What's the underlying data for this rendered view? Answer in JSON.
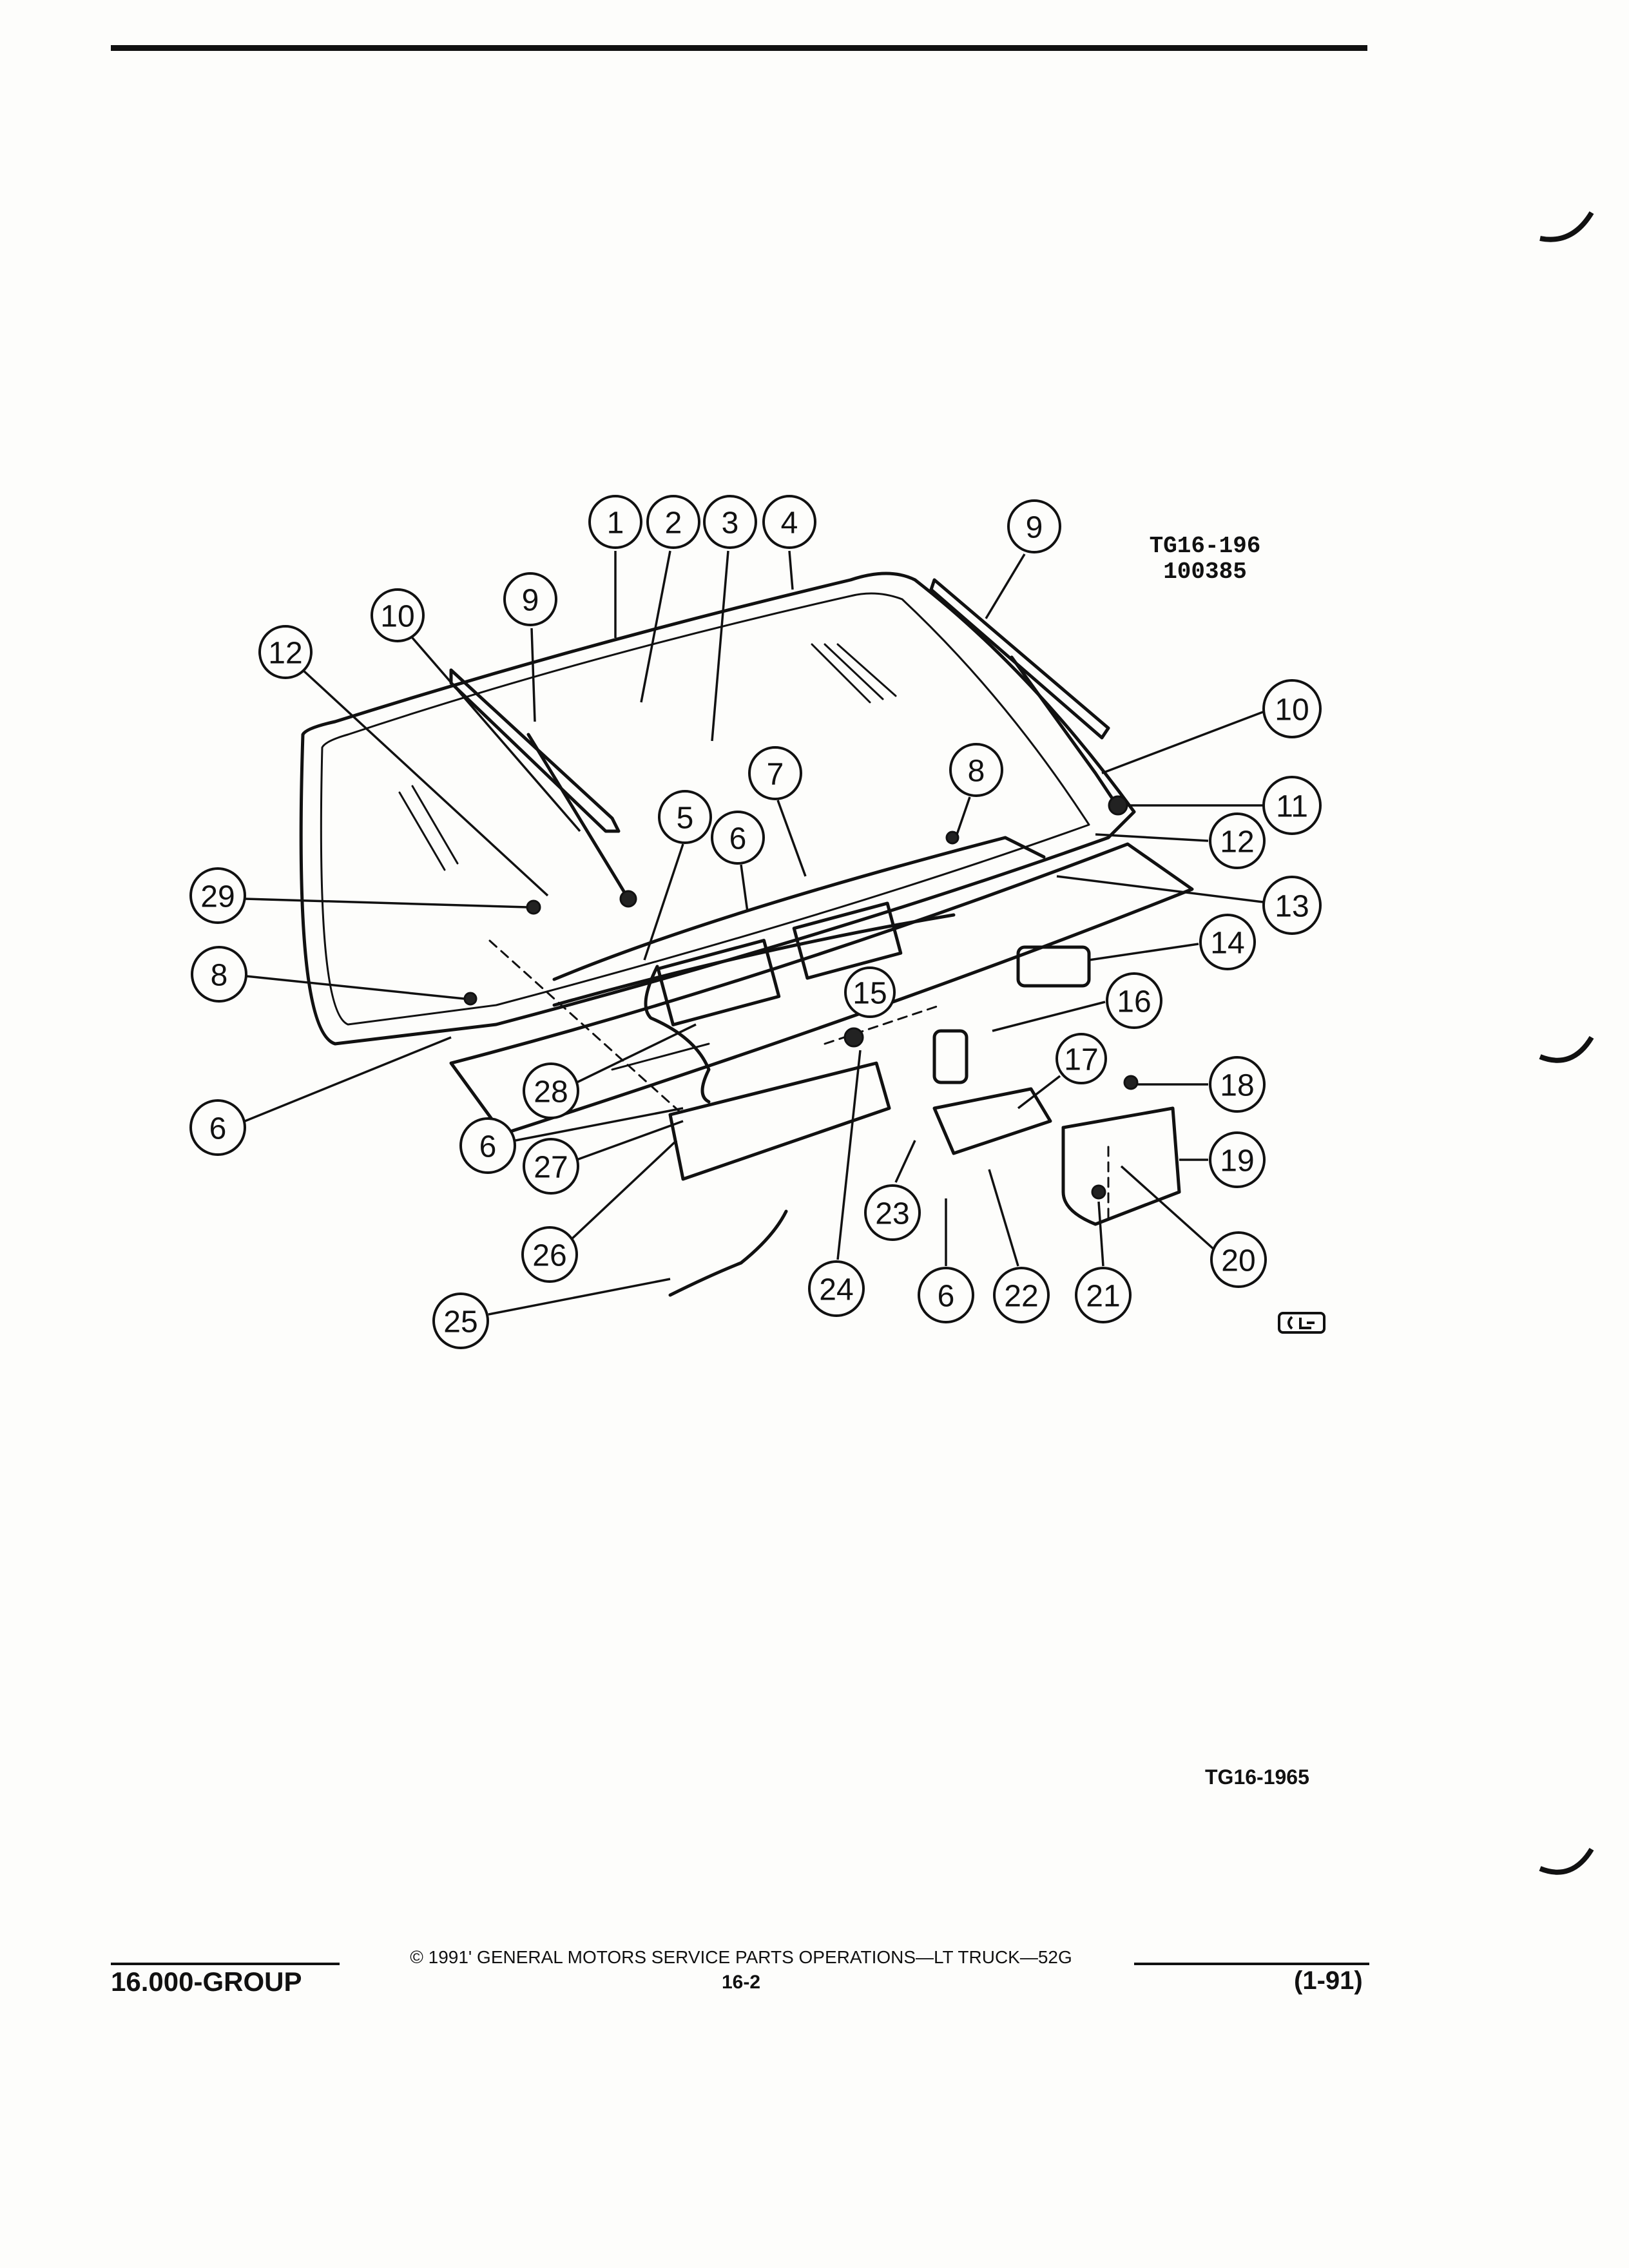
{
  "header": {
    "ref_code_line1": "TG16-196",
    "ref_code_line2": "100385"
  },
  "figure": {
    "code": "TG16-1965",
    "logo_icon": "gm-logo-icon"
  },
  "callouts": [
    "1",
    "2",
    "3",
    "4",
    "9",
    "10",
    "9",
    "12",
    "10",
    "11",
    "8",
    "7",
    "12",
    "5",
    "6",
    "13",
    "29",
    "14",
    "8",
    "15",
    "16",
    "6",
    "28",
    "17",
    "18",
    "6",
    "27",
    "19",
    "23",
    "20",
    "26",
    "24",
    "6",
    "22",
    "21",
    "25"
  ],
  "footer": {
    "copyright_line": "© 1991' GENERAL MOTORS SERVICE PARTS OPERATIONS—LT TRUCK—52G",
    "group": "16.000-GROUP",
    "page": "16-2",
    "date": "(1-91)"
  }
}
